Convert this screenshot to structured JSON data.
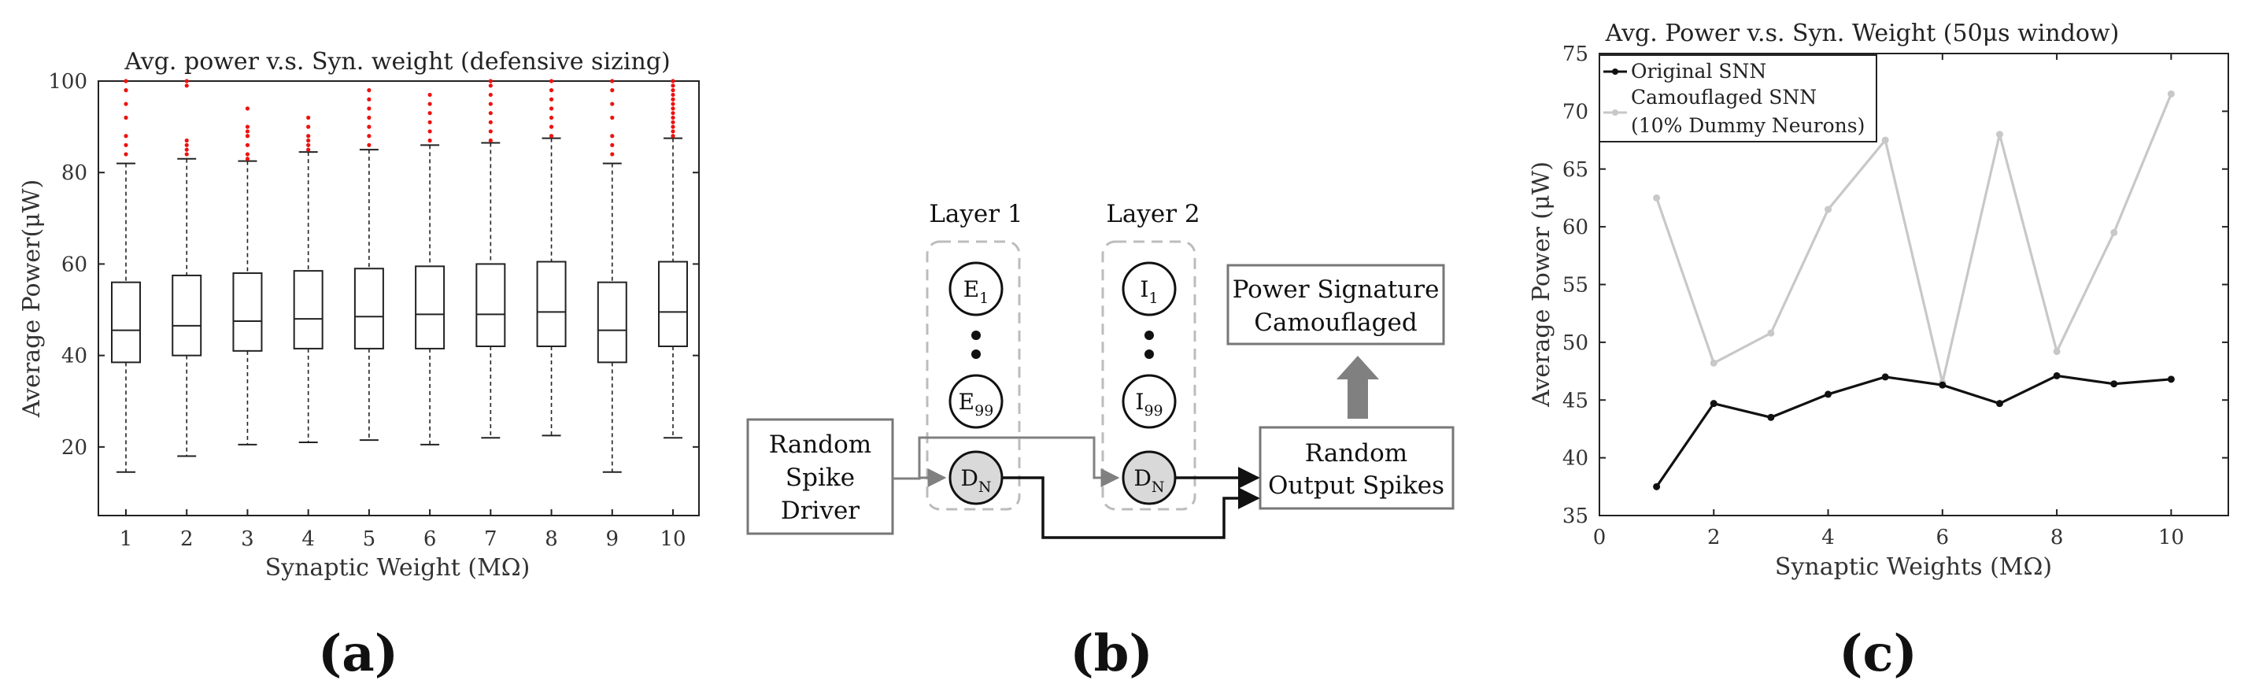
{
  "chart_data": [
    {
      "type": "box",
      "title": "Avg. power v.s. Syn. weight (defensive sizing)",
      "xlabel": "Synaptic Weight (MΩ)",
      "ylabel": "Average Power(μW)",
      "categories": [
        "1",
        "2",
        "3",
        "4",
        "5",
        "6",
        "7",
        "8",
        "9",
        "10"
      ],
      "yticks": [
        "20",
        "40",
        "60",
        "80",
        "100"
      ],
      "ylim": [
        5,
        100
      ],
      "boxes": [
        {
          "whisker_low": 14.5,
          "q1": 38.5,
          "median": 45.5,
          "q3": 56,
          "whisker_high": 82,
          "outliers": [
            84,
            86,
            88,
            92,
            95,
            98,
            100
          ]
        },
        {
          "whisker_low": 18,
          "q1": 40,
          "median": 46.5,
          "q3": 57.5,
          "whisker_high": 83,
          "outliers": [
            84,
            85,
            86,
            87,
            99,
            100
          ]
        },
        {
          "whisker_low": 20.5,
          "q1": 41,
          "median": 47.5,
          "q3": 58,
          "whisker_high": 82.5,
          "outliers": [
            83,
            84,
            86,
            88,
            89,
            90,
            94
          ]
        },
        {
          "whisker_low": 21,
          "q1": 41.5,
          "median": 48,
          "q3": 58.5,
          "whisker_high": 84.5,
          "outliers": [
            85,
            86,
            87,
            88,
            90,
            92
          ]
        },
        {
          "whisker_low": 21.5,
          "q1": 41.5,
          "median": 48.5,
          "q3": 59,
          "whisker_high": 85,
          "outliers": [
            86,
            88,
            90,
            92,
            94,
            96,
            98
          ]
        },
        {
          "whisker_low": 20.5,
          "q1": 41.5,
          "median": 49,
          "q3": 59.5,
          "whisker_high": 86,
          "outliers": [
            87,
            89,
            91,
            93,
            95,
            97
          ]
        },
        {
          "whisker_low": 22,
          "q1": 42,
          "median": 49,
          "q3": 60,
          "whisker_high": 86.5,
          "outliers": [
            87,
            89,
            91,
            93,
            95,
            97,
            99,
            100
          ]
        },
        {
          "whisker_low": 22.5,
          "q1": 42,
          "median": 49.5,
          "q3": 60.5,
          "whisker_high": 87.5,
          "outliers": [
            88,
            90,
            92,
            94,
            96,
            98,
            100
          ]
        },
        {
          "whisker_low": 14.5,
          "q1": 38.5,
          "median": 45.5,
          "q3": 56,
          "whisker_high": 82,
          "outliers": [
            84,
            86,
            88,
            92,
            95,
            98,
            100
          ]
        },
        {
          "whisker_low": 22,
          "q1": 42,
          "median": 49.5,
          "q3": 60.5,
          "whisker_high": 87.5,
          "outliers": [
            88,
            89,
            90,
            91,
            92,
            93,
            94,
            95,
            96,
            97,
            98,
            99,
            100
          ]
        }
      ],
      "colors": {
        "box": "#222222",
        "outlier": "#ee1111"
      }
    },
    {
      "type": "line",
      "title": "Avg. Power v.s. Syn. Weight (50μs window)",
      "xlabel": "Synaptic Weights (MΩ)",
      "ylabel": "Average Power (μW)",
      "xlim": [
        0,
        11
      ],
      "ylim": [
        35,
        75
      ],
      "xticks": [
        "0",
        "2",
        "4",
        "6",
        "8",
        "10"
      ],
      "yticks": [
        "35",
        "40",
        "45",
        "50",
        "55",
        "60",
        "65",
        "70",
        "75"
      ],
      "x": [
        1,
        2,
        3,
        4,
        5,
        6,
        7,
        8,
        9,
        10
      ],
      "series": [
        {
          "name": "Original SNN",
          "values": [
            37.5,
            44.7,
            43.5,
            45.5,
            47,
            46.3,
            44.7,
            47.1,
            46.4,
            46.8
          ],
          "color": "#111111"
        },
        {
          "name": "Camouflaged SNN (10% Dummy Neurons)",
          "label_lines": [
            "Camouflaged SNN",
            "(10% Dummy Neurons)"
          ],
          "values": [
            62.5,
            48.2,
            50.8,
            61.5,
            67.5,
            46.5,
            68,
            49.2,
            59.5,
            71.5
          ],
          "color": "#c8c8c8"
        }
      ],
      "legend": "top-left"
    }
  ],
  "diagram": {
    "layer1_label": "Layer 1",
    "layer2_label": "Layer 2",
    "layer1_nodes": [
      {
        "base": "E",
        "sub": "1"
      },
      {
        "base": "E",
        "sub": "99"
      },
      {
        "base": "D",
        "sub": "N"
      }
    ],
    "layer2_nodes": [
      {
        "base": "I",
        "sub": "1"
      },
      {
        "base": "I",
        "sub": "99"
      },
      {
        "base": "D",
        "sub": "N"
      }
    ],
    "driver_lines": [
      "Random",
      "Spike",
      "Driver"
    ],
    "output_lines": [
      "Random",
      "Output Spikes"
    ],
    "signature_lines": [
      "Power Signature",
      "Camouflaged"
    ],
    "colors": {
      "dummy_node": "#d9d9d9",
      "gray_wire": "#808080",
      "arrow": "#808080"
    }
  },
  "panel_labels": [
    "(a)",
    "(b)",
    "(c)"
  ]
}
